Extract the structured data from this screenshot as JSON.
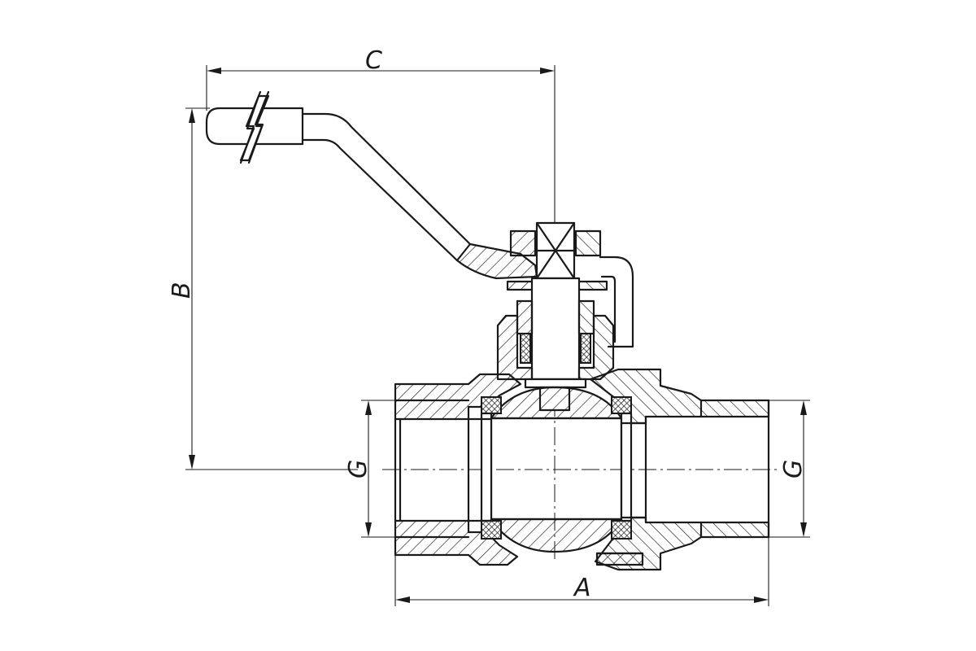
{
  "drawing": {
    "dimensions": {
      "A": "A",
      "B": "B",
      "C": "C",
      "G_left": "G",
      "G_right": "G"
    },
    "stroke_color": "#1a1a1a",
    "background": "#ffffff"
  }
}
